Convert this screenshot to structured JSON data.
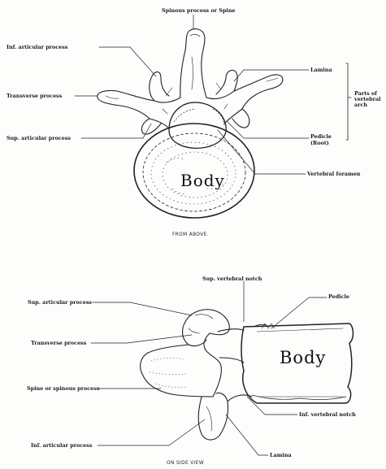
{
  "top_view": {
    "labels": {
      "spinous": "Spinous process or Spine",
      "inf_articular": "Inf. articular process",
      "transverse": "Transverse process",
      "sup_articular": "Sup. articular process",
      "lamina": "Lamina",
      "parts_arch": "Parts of vertebral arch",
      "pedicle": "Pedicle",
      "root": "(Root)",
      "foramen": "Vertebral foramen",
      "body": "Body"
    },
    "caption": "FROM ABOVE."
  },
  "side_view": {
    "labels": {
      "sup_notch": "Sup. vertebral notch",
      "pedicle": "Pedicle",
      "sup_articular": "Sup. articular process",
      "transverse": "Transverse process",
      "spine": "Spine or spinous process",
      "inf_articular": "Inf. articular process",
      "inf_notch": "Inf. vertebral notch",
      "lamina": "Lamina",
      "body": "Body"
    },
    "caption": "ON SIDE VIEW"
  }
}
